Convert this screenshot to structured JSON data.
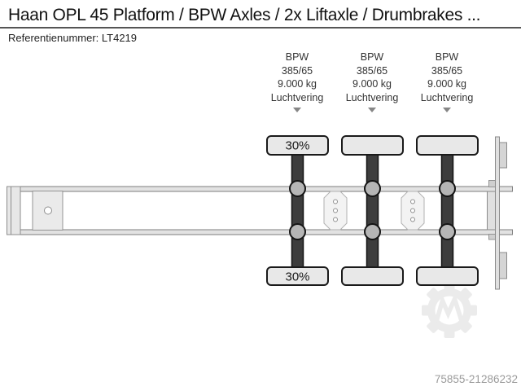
{
  "header": {
    "title": "Haan OPL 45 Platform / BPW Axles / 2x Liftaxle / Drumbrakes ...",
    "reference": "Referentienummer: LT4219"
  },
  "axle_labels": [
    {
      "brand": "BPW",
      "tyre_size": "385/65",
      "capacity": "9.000 kg",
      "suspension": "Luchtvering"
    },
    {
      "brand": "BPW",
      "tyre_size": "385/65",
      "capacity": "9.000 kg",
      "suspension": "Luchtvering"
    },
    {
      "brand": "BPW",
      "tyre_size": "385/65",
      "capacity": "9.000 kg",
      "suspension": "Luchtvering"
    }
  ],
  "diagram": {
    "type": "trailer-chassis-top-view",
    "axle_count": 3,
    "lift_axle_load": "30%"
  },
  "watermark": {
    "listing_number": "75855-21286232",
    "logo": "gear-m-logo"
  },
  "colors": {
    "axle_bar": "#3d3d3d",
    "wheel_fill": "#e8e8e8",
    "frame_fill": "#e2e2e2",
    "hub_fill": "#b5b5b5",
    "watermark": "#ebebeb",
    "separator": "#555555",
    "muted_text": "#9b9b9b"
  }
}
